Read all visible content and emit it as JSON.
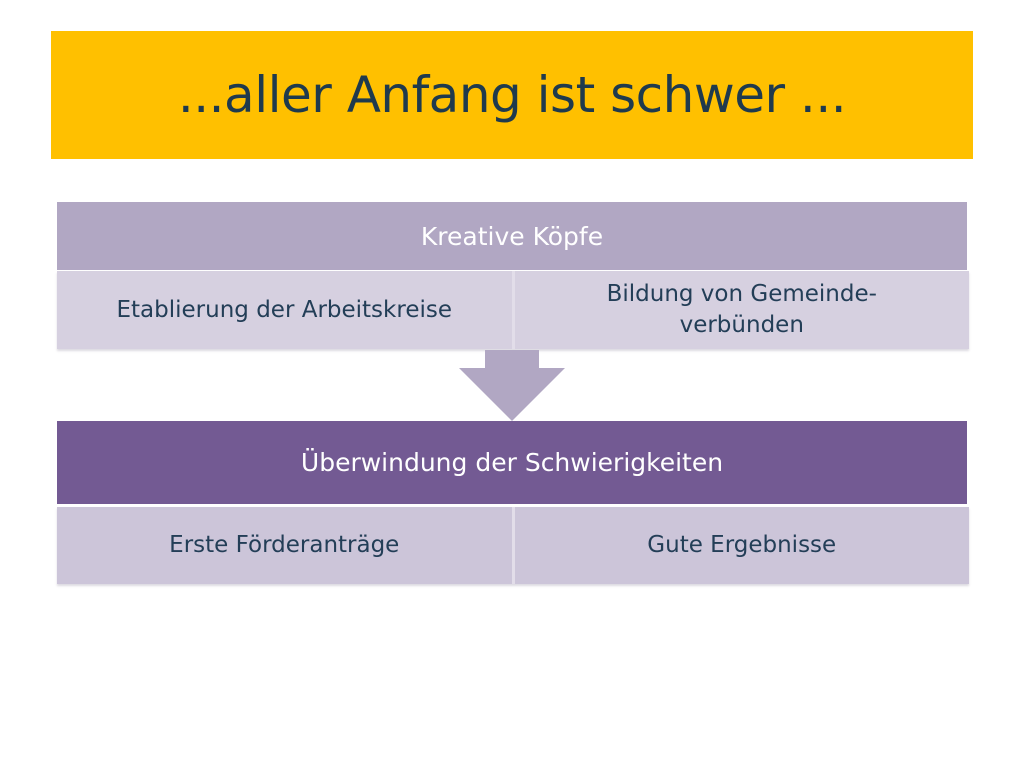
{
  "title": "...aller Anfang ist schwer ...",
  "diagram": {
    "group1": {
      "header": "Kreative Köpfe",
      "left": "Etablierung der Arbeitskreise",
      "right_line1": "Bildung von Gemeinde-",
      "right_line2": "verbünden"
    },
    "group2": {
      "header": "Überwindung der Schwierigkeiten",
      "left": "Erste Förderanträge",
      "right": "Gute Ergebnisse"
    }
  },
  "colors": {
    "title_bg": "#ffc000",
    "header1_bg": "#b1a7c3",
    "header2_bg": "#735a93",
    "cell_bg": "#d6d0e0",
    "arrow": "#b1a7c3",
    "text_dark": "#233e57"
  }
}
